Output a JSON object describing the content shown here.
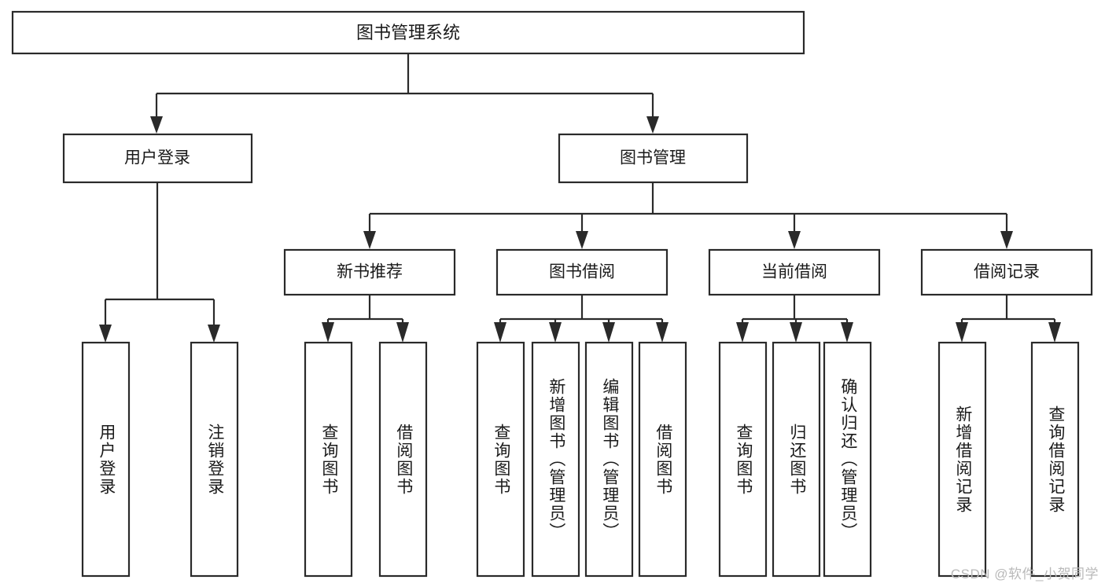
{
  "diagram": {
    "type": "tree-hierarchy",
    "title": "图书管理系统",
    "watermark": "CSDN @软件_小贺同学",
    "colors": {
      "stroke": "#2a2a2a",
      "box_fill": "#ffffff",
      "text": "#1a1a1a",
      "background": "#ffffff",
      "watermark": "#b9b9b9"
    },
    "root": {
      "label": "图书管理系统",
      "orientation": "horizontal"
    },
    "level2": [
      {
        "label": "用户登录",
        "orientation": "horizontal"
      },
      {
        "label": "图书管理",
        "orientation": "horizontal"
      }
    ],
    "level3": [
      {
        "label": "新书推荐",
        "orientation": "horizontal"
      },
      {
        "label": "图书借阅",
        "orientation": "horizontal"
      },
      {
        "label": "当前借阅",
        "orientation": "horizontal"
      },
      {
        "label": "借阅记录",
        "orientation": "horizontal"
      }
    ],
    "leaves": {
      "user_login": [
        {
          "label": "用户登录",
          "orientation": "vertical"
        },
        {
          "label": "注销登录",
          "orientation": "vertical"
        }
      ],
      "new_book_recommend": [
        {
          "label": "查询图书",
          "orientation": "vertical"
        },
        {
          "label": "借阅图书",
          "orientation": "vertical"
        }
      ],
      "book_borrow": [
        {
          "label": "查询图书",
          "orientation": "vertical"
        },
        {
          "label": "新增图书（管理员）",
          "orientation": "vertical"
        },
        {
          "label": "编辑图书（管理员）",
          "orientation": "vertical"
        },
        {
          "label": "借阅图书",
          "orientation": "vertical"
        }
      ],
      "current_borrow": [
        {
          "label": "查询图书",
          "orientation": "vertical"
        },
        {
          "label": "归还图书",
          "orientation": "vertical"
        },
        {
          "label": "确认归还（管理员）",
          "orientation": "vertical"
        }
      ],
      "borrow_record": [
        {
          "label": "新增借阅记录",
          "orientation": "vertical"
        },
        {
          "label": "查询借阅记录",
          "orientation": "vertical"
        }
      ]
    }
  }
}
